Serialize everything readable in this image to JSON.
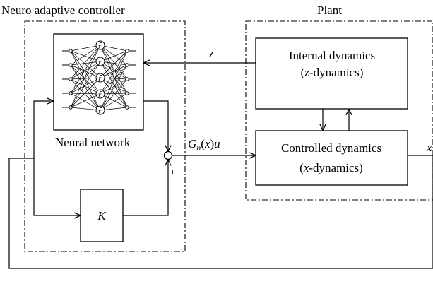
{
  "controller": {
    "title": "Neuro adaptive controller",
    "nn_label": "Neural network",
    "gain_label": "K",
    "minus_sign": "−",
    "plus_sign": "+"
  },
  "plant": {
    "title": "Plant",
    "internal": {
      "line1": "Internal dynamics",
      "line2": "(z-dynamics)"
    },
    "controlled": {
      "line1": "Controlled dynamics",
      "line2": "(x-dynamics)"
    }
  },
  "signals": {
    "z": "z",
    "u": "Gn(x)u",
    "x": "x"
  }
}
